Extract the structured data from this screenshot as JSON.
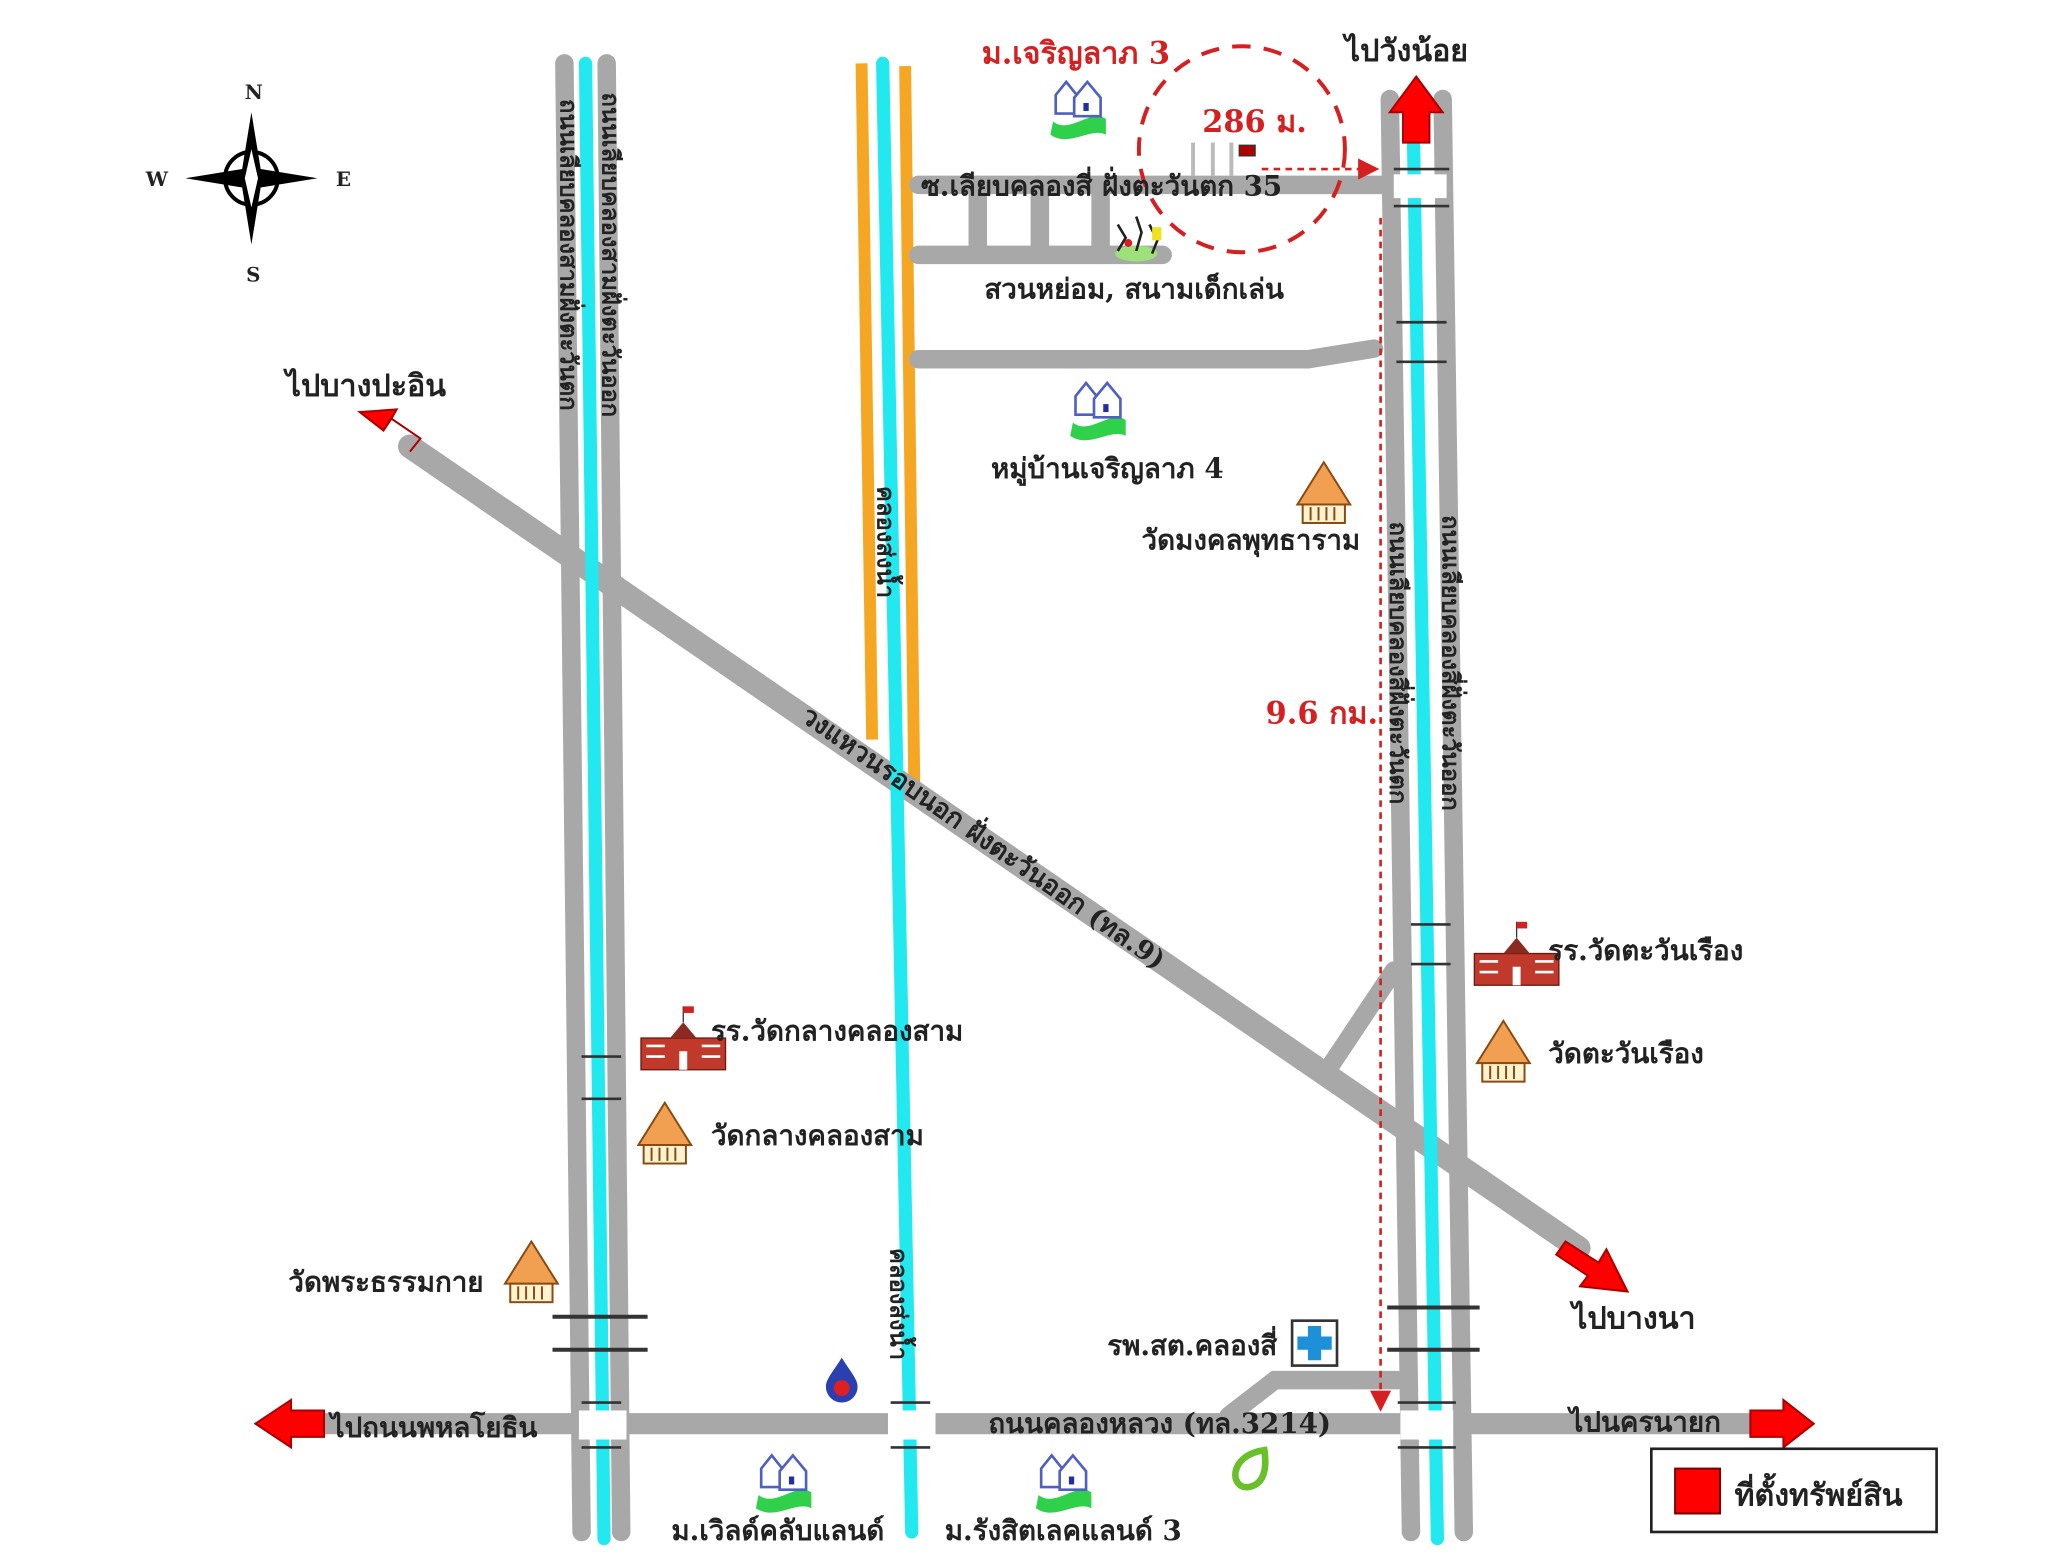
{
  "compass": {
    "n": "N",
    "s": "S",
    "e": "E",
    "w": "W"
  },
  "labels": {
    "village_3": "ม.เจริญลาภ 3",
    "to_wang_noi": "ไปวังน้อย",
    "radius_distance": "286 ม.",
    "soi_35": "ซ.เลียบคลองสี่ ฝั่งตะวันตก 35",
    "park": "สวนหย่อม, สนามเด็กเล่น",
    "to_bang_pa_in": "ไปบางปะอิน",
    "village_4": "หมู่บ้านเจริญลาภ 4",
    "wat_mongkol": "วัดมงคลพุทธาราม",
    "distance_km": "9.6 กม.",
    "school_tawan_rueang": "รร.วัดตะวันเรือง",
    "wat_tawan_rueang": "วัดตะวันเรือง",
    "school_klang_khlong_sam": "รร.วัดกลางคลองสาม",
    "wat_klang_khlong_sam": "วัดกลางคลองสาม",
    "wat_phra_dhammakaya": "วัดพระธรรมกาย",
    "to_bang_na": "ไปบางนา",
    "health_center": "รพ.สต.คลองสี่",
    "to_phahonyothin": "ไปถนนพหลโยธิน",
    "khlong_luang_road": "ถนนคลองหลวง (ทล.3214)",
    "to_nakhon_nayok": "ไปนครนายก",
    "world_club_land": "ม.เวิลด์คลับแลนด์",
    "rangsit_lake_land": "ม.รังสิตเลคแลนด์ 3",
    "khlong_sam_west_road": "ถนนเลียบคลองสามฝั่งตะวันตก",
    "khlong_sam_east_road": "ถนนเลียบคลองสามฝั่งตะวันออก",
    "khlong_si_west_road": "ถนนเลียบคลองสี่ฝั่งตะวันตก",
    "khlong_si_east_road": "ถนนเลียบคลองสี่ฝั่งตะวันออก",
    "irrigation_canal": "คลองส่งน้ำ",
    "ring_road": "วงแหวนรอบนอก ฝั่งตะวันออก (ทล.9)"
  },
  "legend": {
    "property_location": "ที่ตั้งทรัพย์สิน"
  },
  "colors": {
    "marker": "#ff0000",
    "road": "#a8a8a8",
    "canal": "#22e8f0",
    "highway_edge": "#f5a623",
    "annotation": "#d42020"
  }
}
